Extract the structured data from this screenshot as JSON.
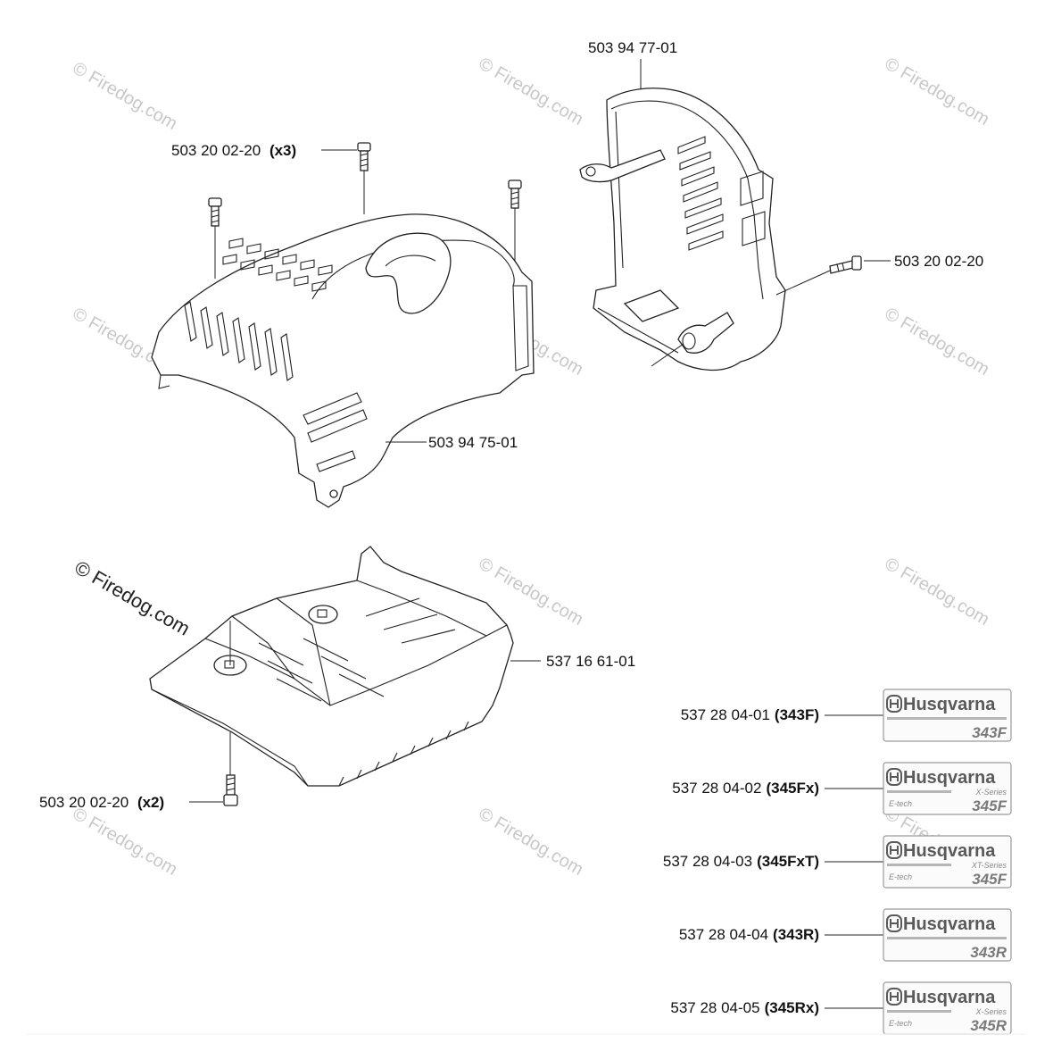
{
  "watermark": {
    "faint_text": "© Firedog.com",
    "dark_text": "© Firedog.com"
  },
  "labels": {
    "screw_top": {
      "part": "503 20 02-20",
      "qty": "(x3)"
    },
    "cover_main": {
      "part": "503 94 75-01"
    },
    "cover_rear": {
      "part": "503 94 77-01"
    },
    "screw_rear": {
      "part": "503 20 02-20"
    },
    "tray": {
      "part": "537 16 61-01"
    },
    "screw_bottom": {
      "part": "503 20 02-20",
      "qty": "(x2)"
    }
  },
  "decals": [
    {
      "part": "537 28 04-01",
      "model_code": "(343F)",
      "brand": "Husqvarna",
      "series": "",
      "etech": "",
      "badge": "343F"
    },
    {
      "part": "537 28 04-02",
      "model_code": "(345Fx)",
      "brand": "Husqvarna",
      "series": "X-Series",
      "etech": "E-tech",
      "badge": "345F"
    },
    {
      "part": "537 28 04-03",
      "model_code": "(345FxT)",
      "brand": "Husqvarna",
      "series": "XT-Series",
      "etech": "E-tech",
      "badge": "345F"
    },
    {
      "part": "537 28 04-04",
      "model_code": "(343R)",
      "brand": "Husqvarna",
      "series": "",
      "etech": "",
      "badge": "343R"
    },
    {
      "part": "537 28 04-05",
      "model_code": "(345Rx)",
      "brand": "Husqvarna",
      "series": "X-Series",
      "etech": "E-tech",
      "badge": "345R"
    }
  ],
  "colors": {
    "line": "#222222",
    "watermark": "#c8c8c8",
    "decal_border": "#9a9a9a"
  }
}
